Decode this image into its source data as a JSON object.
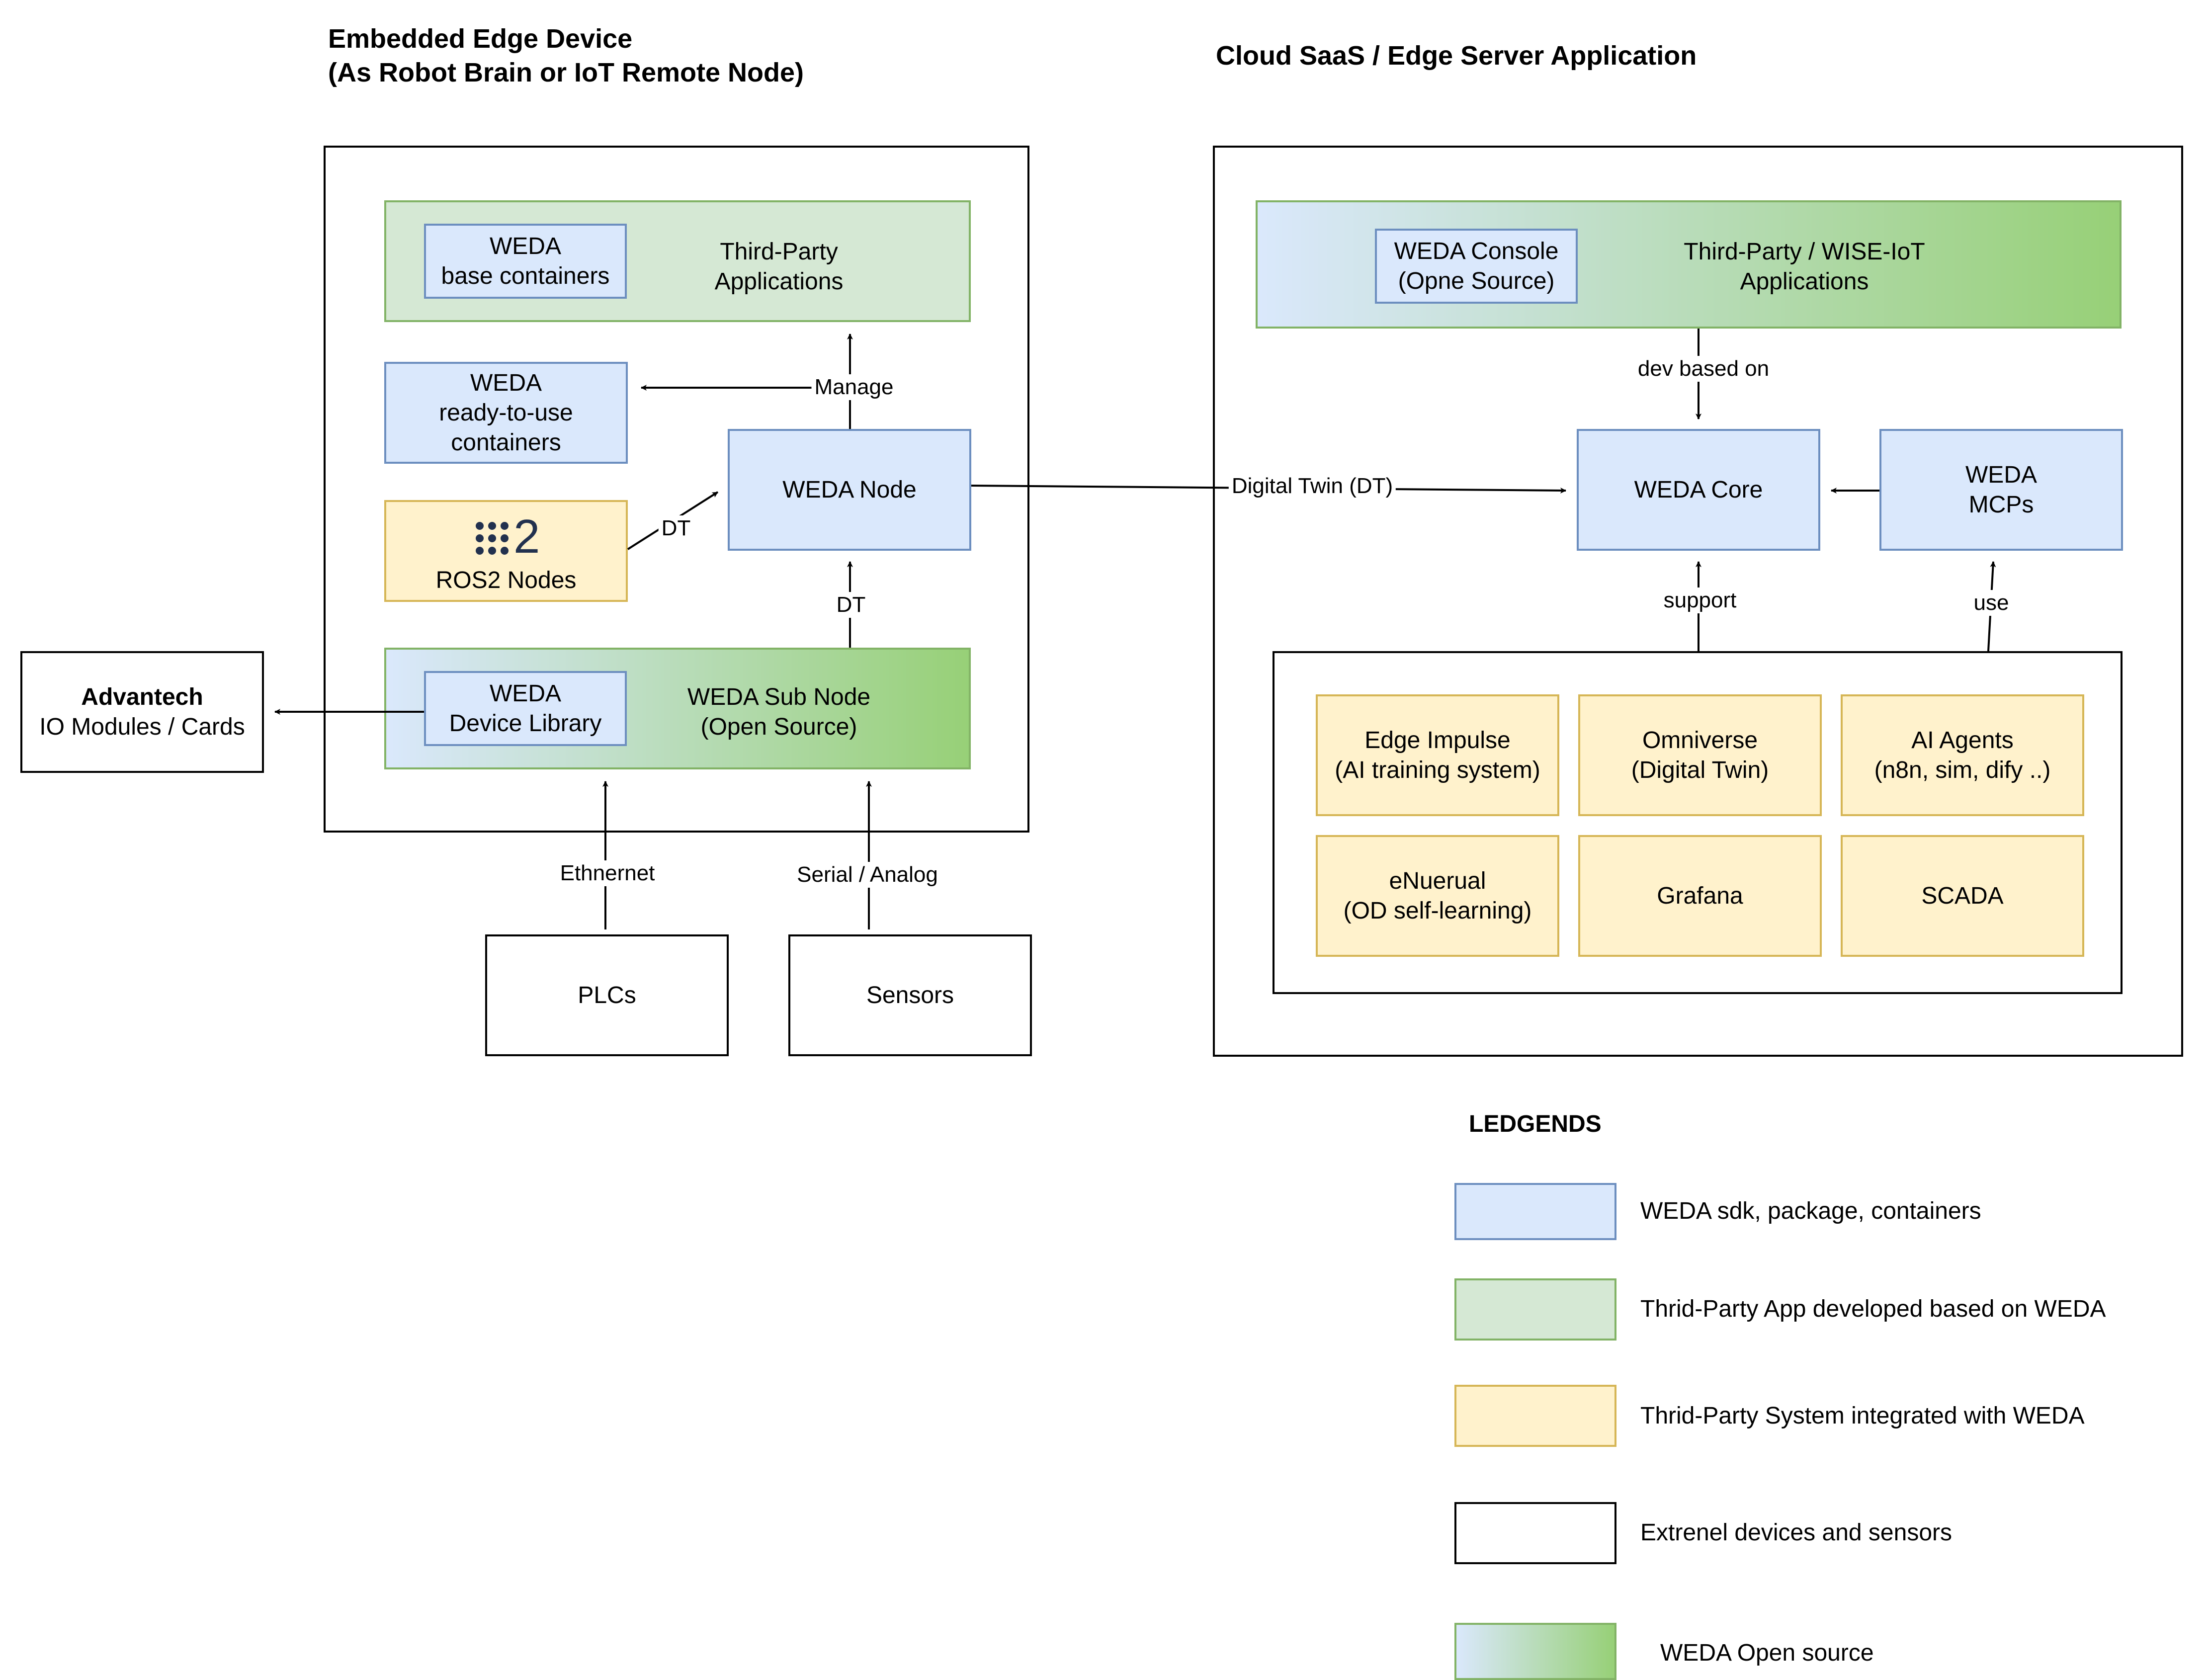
{
  "titles": {
    "edge_line1": "Embedded Edge Device",
    "edge_line2": "(As Robot Brain or IoT Remote Node)",
    "cloud": "Cloud SaaS / Edge Server Application"
  },
  "edge": {
    "weda_base": "WEDA\nbase containers",
    "third_party_apps": "Third-Party\nApplications",
    "ready_containers": "WEDA\nready-to-use\ncontainers",
    "ros2_logo": "2",
    "ros2_nodes": "ROS2 Nodes",
    "weda_node": "WEDA Node",
    "device_library": "WEDA\nDevice Library",
    "sub_node": "WEDA Sub Node\n(Open Source)"
  },
  "external": {
    "advantech_bold": "Advantech",
    "advantech_sub": "IO Modules / Cards",
    "plcs": "PLCs",
    "sensors": "Sensors"
  },
  "cloud": {
    "console": "WEDA Console\n(Opne Source)",
    "wise_apps": "Third-Party / WISE-IoT\nApplications",
    "core": "WEDA Core",
    "mcps": "WEDA\nMCPs",
    "systems": [
      "Edge Impulse\n(AI training system)",
      "Omniverse\n(Digital Twin)",
      "AI Agents\n(n8n, sim, dify ..)",
      "eNuerual\n(OD self-learning)",
      "Grafana",
      "SCADA"
    ]
  },
  "edge_labels": {
    "manage": "Manage",
    "dt_ros": "DT",
    "dt_sub": "DT",
    "digital_twin": "Digital Twin (DT)",
    "dev_based_on": "dev based on",
    "support": "support",
    "use": "use",
    "ethernet": "Ethnernet",
    "serial": "Serial / Analog"
  },
  "legend": {
    "title": "LEDGENDS",
    "items": [
      "WEDA sdk, package, containers",
      "Thrid-Party App developed based on WEDA",
      "Thrid-Party System integrated with WEDA",
      "Extrenel devices and sensors",
      "WEDA Open source"
    ]
  },
  "colors": {
    "blue_fill": "#dae8fc",
    "blue_stroke": "#6c8ebf",
    "green_fill": "#d5e8d4",
    "green_stroke": "#82b366",
    "yellow_fill": "#fff2cc",
    "yellow_stroke": "#d6b656",
    "gradient_end": "#97d077"
  }
}
